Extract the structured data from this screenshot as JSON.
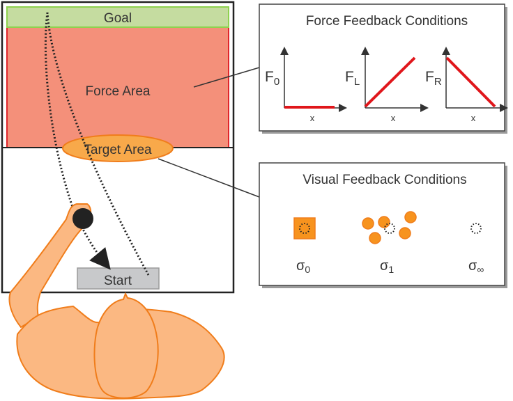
{
  "workspace": {
    "goal_label": "Goal",
    "force_area_label": "Force Area",
    "target_area_label": "Target Area",
    "start_label": "Start"
  },
  "force_panel": {
    "title": "Force Feedback Conditions",
    "conditions": [
      {
        "symbol": "F",
        "subscript": "0",
        "x_label": "x",
        "profile": "constant-zero"
      },
      {
        "symbol": "F",
        "subscript": "L",
        "x_label": "x",
        "profile": "increasing"
      },
      {
        "symbol": "F",
        "subscript": "R",
        "x_label": "x",
        "profile": "decreasing"
      }
    ]
  },
  "visual_panel": {
    "title": "Visual Feedback Conditions",
    "conditions": [
      {
        "symbol": "σ",
        "subscript": "0",
        "cue": "square"
      },
      {
        "symbol": "σ",
        "subscript": "1",
        "cue": "scattered-dots"
      },
      {
        "symbol": "σ",
        "subscript": "∞",
        "cue": "none"
      }
    ]
  },
  "colors": {
    "goal_fill": "#c5dca0",
    "goal_stroke": "#8fd14f",
    "force_fill": "#f4907a",
    "force_stroke": "#e0262b",
    "target_fill": "#f8a94a",
    "target_stroke": "#f07d1b",
    "body_fill": "#fbb882",
    "body_stroke": "#f07d1b",
    "start_fill": "#c8c9cb",
    "force_line": "#e0161b",
    "dot_fill": "#f7931e"
  }
}
